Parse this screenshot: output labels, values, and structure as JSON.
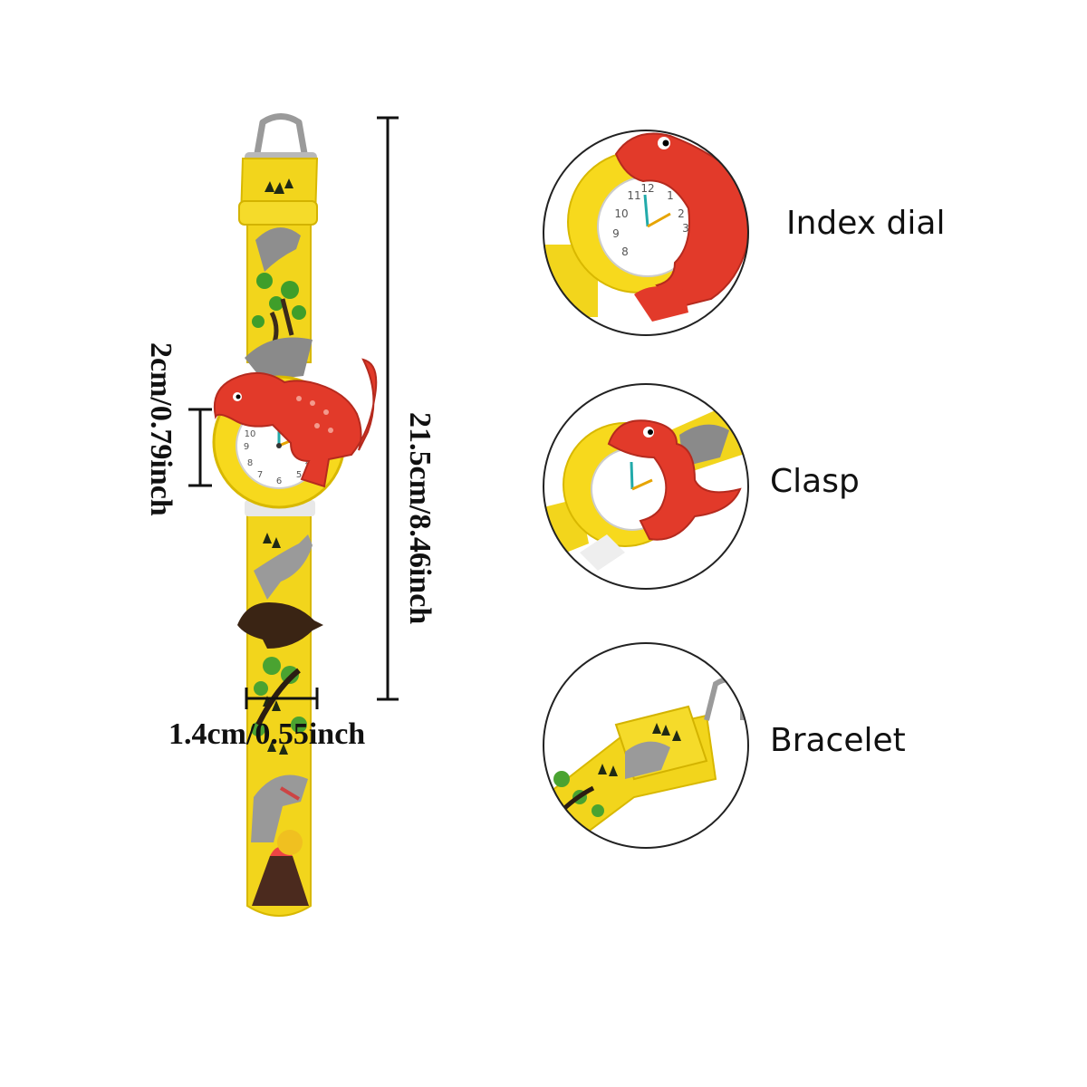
{
  "dimensions": {
    "length_total": "21.5cm/8.46inch",
    "dial_width": "2cm/0.79inch",
    "strap_width": "1.4cm/0.55inch"
  },
  "features": [
    {
      "label": "Index dial",
      "icon": "dial-closeup-icon"
    },
    {
      "label": "Clasp",
      "icon": "clasp-closeup-icon"
    },
    {
      "label": "Bracelet",
      "icon": "bracelet-closeup-icon"
    }
  ],
  "colors": {
    "strap": "#f2d51c",
    "dino_red": "#e23a2a",
    "dial": "#ffffff",
    "ink": "#111111"
  }
}
